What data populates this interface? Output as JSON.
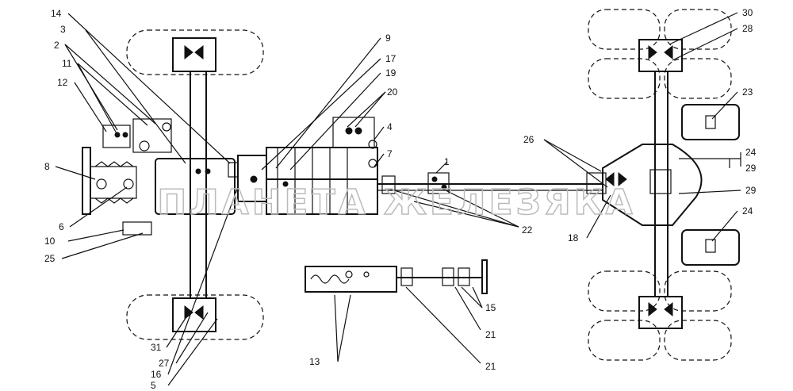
{
  "watermark": "ПЛАНЕТА ЖЕЛЕЗЯКА",
  "callouts": [
    "1",
    "2",
    "3",
    "4",
    "5",
    "6",
    "7",
    "8",
    "9",
    "10",
    "11",
    "12",
    "13",
    "14",
    "15",
    "16",
    "17",
    "18",
    "19",
    "20",
    "21",
    "21",
    "22",
    "23",
    "24",
    "24",
    "25",
    "26",
    "27",
    "28",
    "29",
    "29",
    "30",
    "31"
  ]
}
